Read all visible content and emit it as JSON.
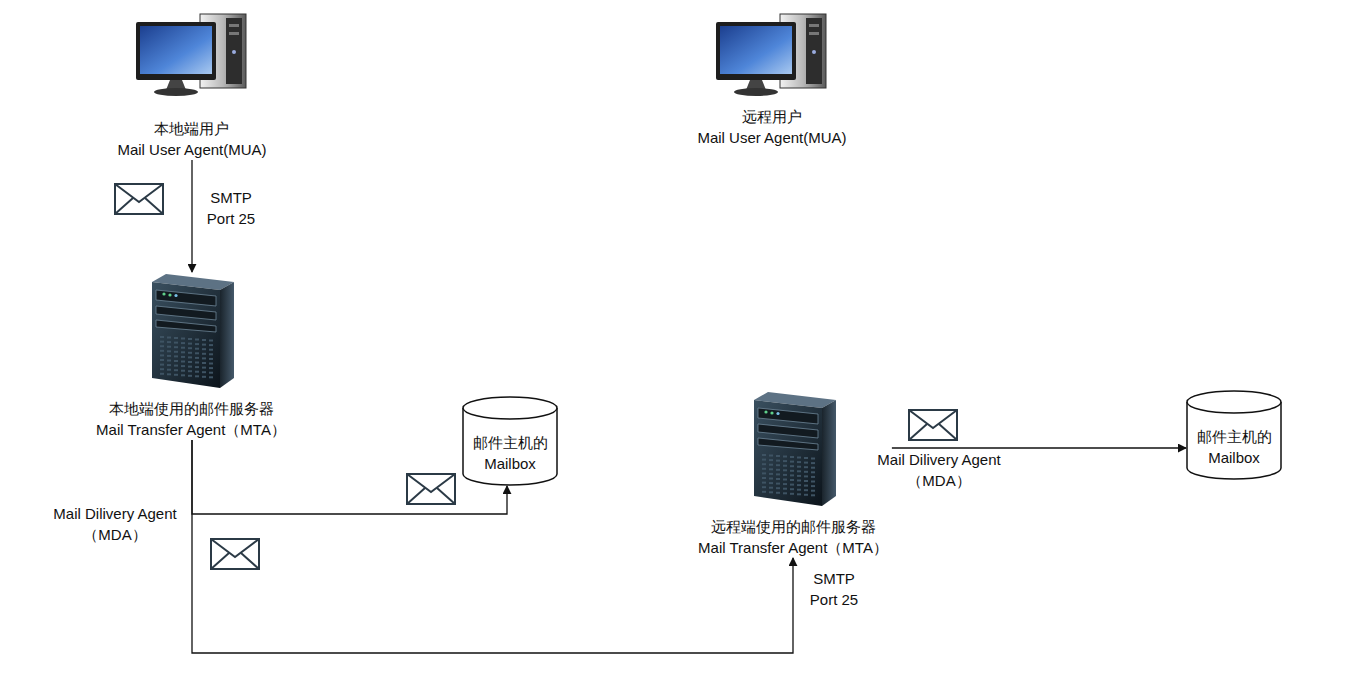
{
  "diagram": {
    "nodes": [
      {
        "text": [
          "本地端用户",
          "Mail User Agent(MUA)"
        ]
      },
      {
        "text": [
          "远程用户",
          "Mail User Agent(MUA)"
        ]
      },
      {
        "text": [
          "本地端使用的邮件服务器",
          "Mail Transfer Agent（MTA）"
        ]
      },
      {
        "text": [
          "邮件主机的",
          "Mailbox"
        ]
      },
      {
        "text": [
          "远程端使用的邮件服务器",
          "Mail Transfer Agent（MTA）"
        ]
      },
      {
        "text": [
          "邮件主机的",
          "Mailbox"
        ]
      }
    ],
    "edges": [
      {
        "from": 0,
        "to": 2,
        "label": "SMTP Port 25",
        "arrow": "to"
      },
      {
        "from": 2,
        "to": 3,
        "label": "Mail Dilivery Agent （MDA）",
        "arrow": "to"
      },
      {
        "from": 2,
        "to": 4,
        "label": "SMTP Port 25",
        "arrow": "to"
      },
      {
        "from": 4,
        "to": 5,
        "label": "Mail Dilivery Agent （MDA）",
        "arrow": "to"
      }
    ]
  }
}
